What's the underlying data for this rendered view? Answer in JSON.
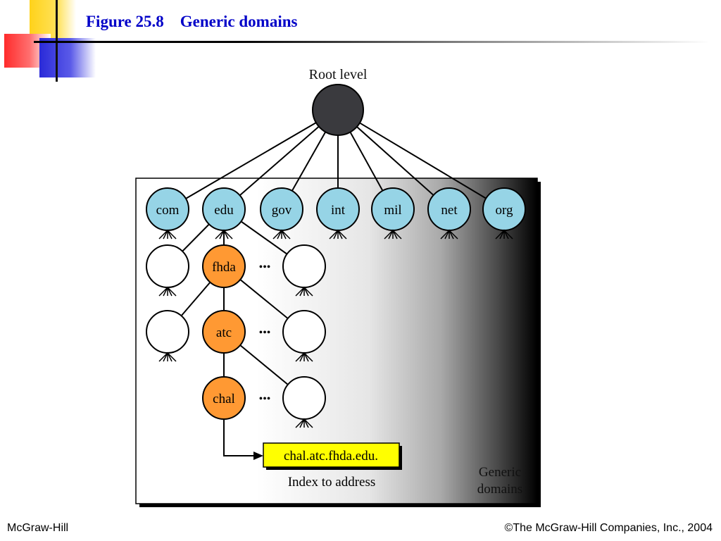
{
  "slide": {
    "figure_number": "Figure 25.8",
    "figure_title": "Generic domains"
  },
  "diagram": {
    "root_label": "Root level",
    "top_level_domains": [
      "com",
      "edu",
      "gov",
      "int",
      "mil",
      "net",
      "org"
    ],
    "path_nodes": [
      "fhda",
      "atc",
      "chal"
    ],
    "ellipsis": "•••",
    "resolved_name": "chal.atc.fhda.edu.",
    "index_label": "Index to address",
    "region_label_line1": "Generic",
    "region_label_line2": "domains",
    "colors": {
      "root": "#3a3a3e",
      "tld": "#96d4e6",
      "path": "#ff9933",
      "highlight_box": "#ffff00"
    }
  },
  "footer": {
    "publisher": "McGraw-Hill",
    "copyright": "©The McGraw-Hill Companies, Inc., 2004"
  }
}
